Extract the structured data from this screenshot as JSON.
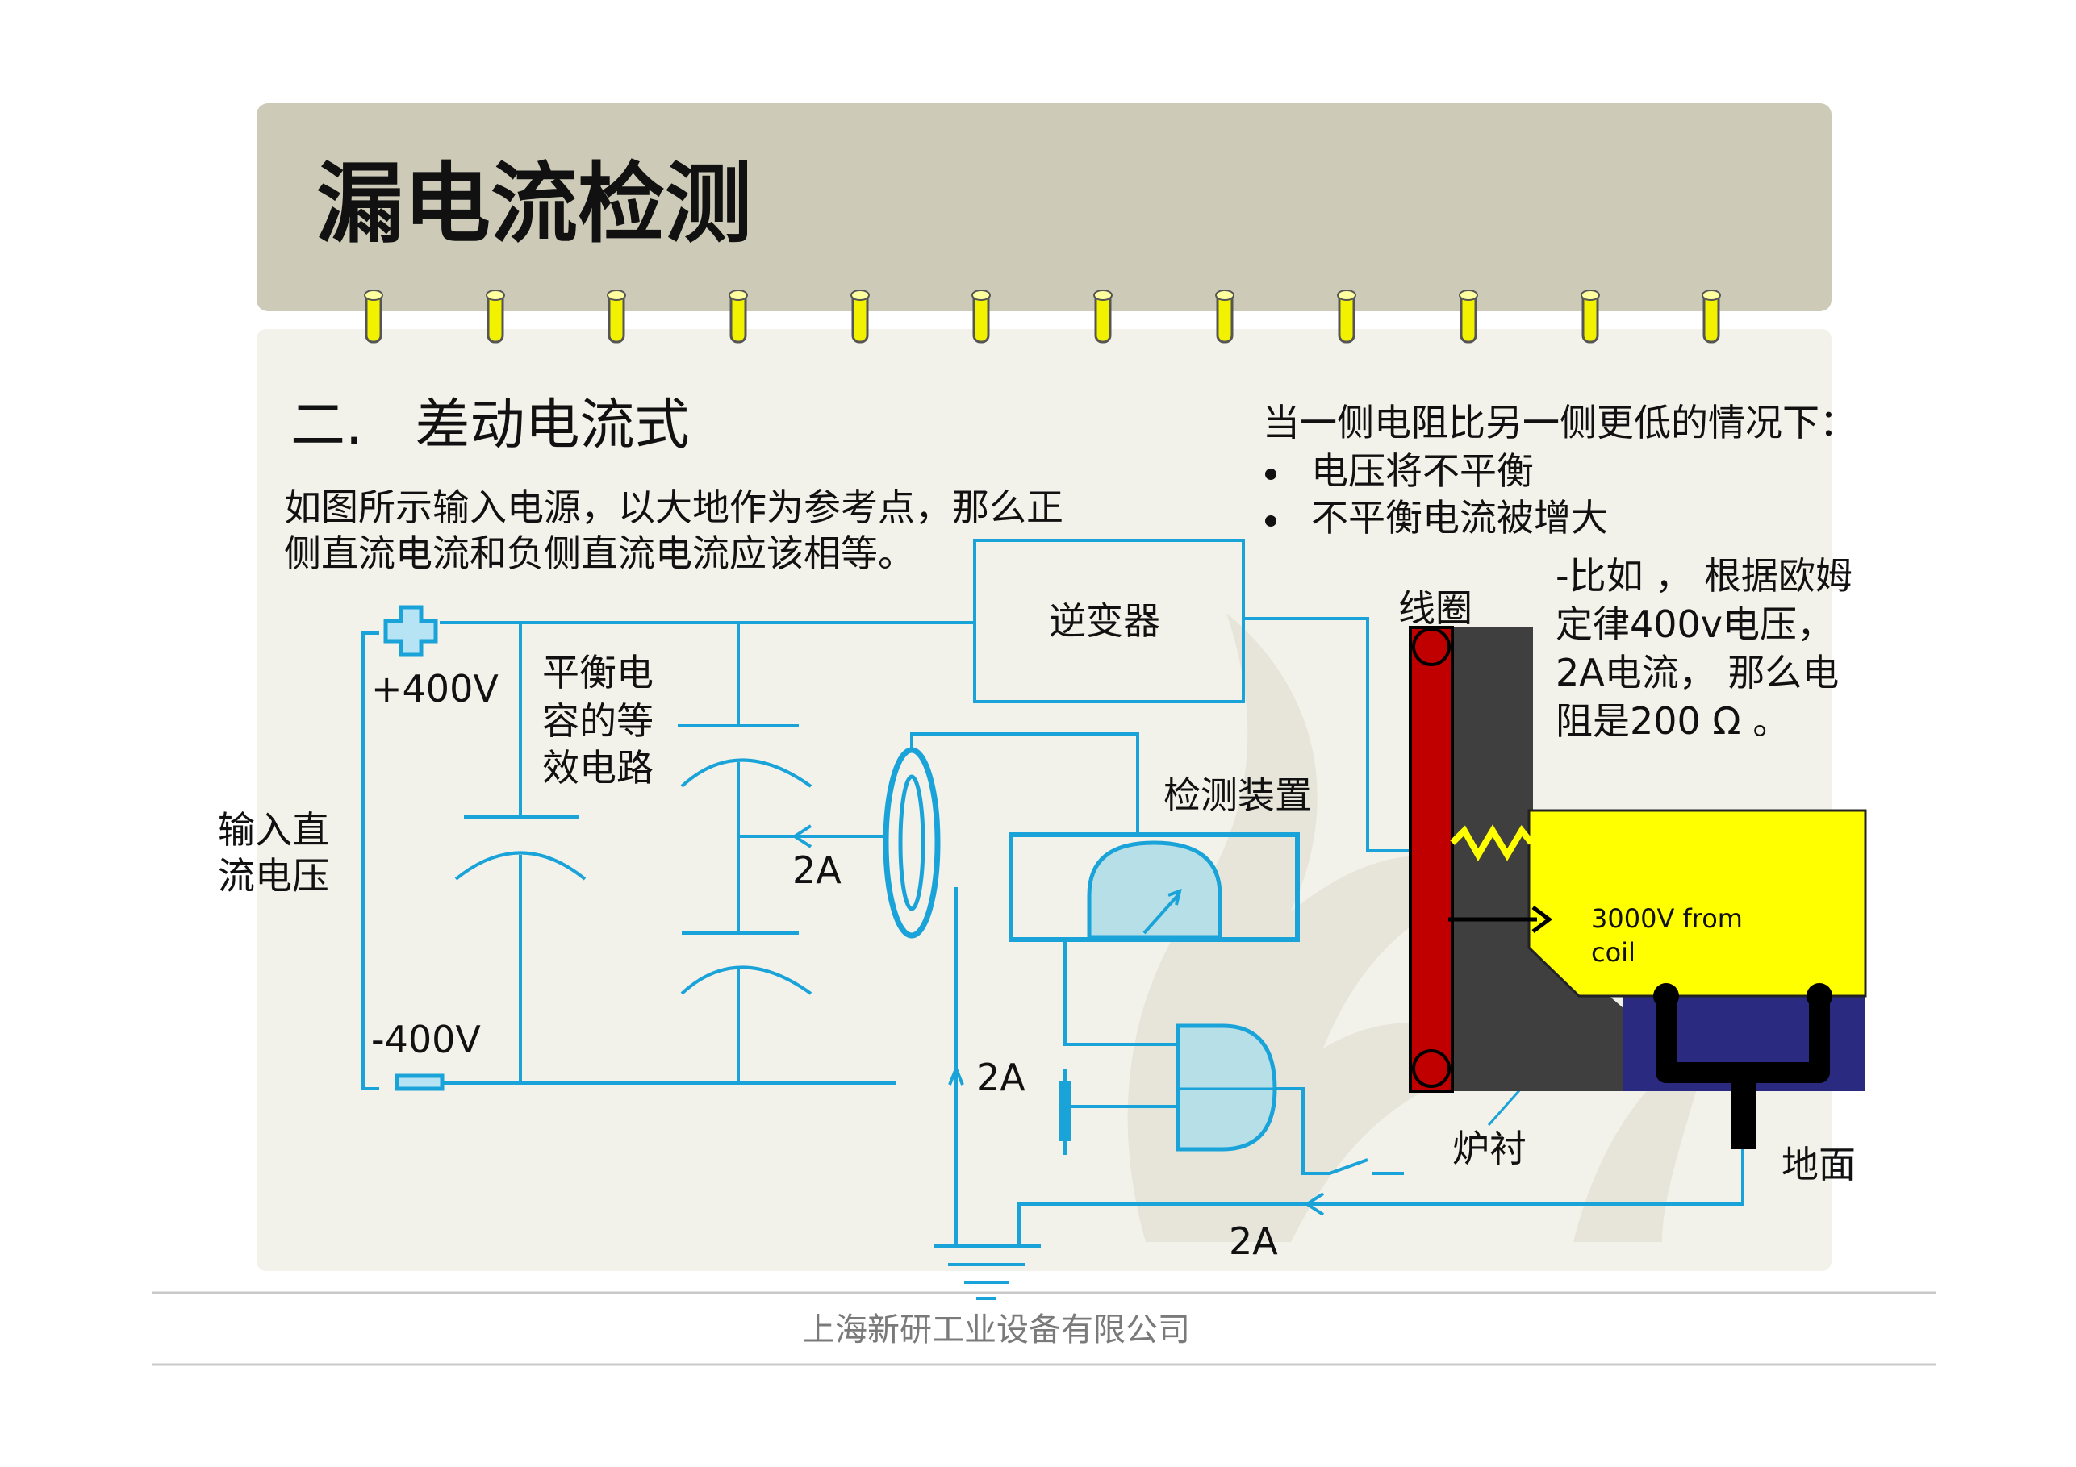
{
  "slide": {
    "title": "漏电流检测",
    "subtitle": "二.   差动电流式",
    "footer": "上海新研工业设备有限公司"
  },
  "intro": {
    "line1": "如图所示输入电源，以大地作为参考点，那么正",
    "line2": "侧直流电流和负侧直流电流应该相等。"
  },
  "right_notes": {
    "heading": "当一侧电阻比另一侧更低的情况下：",
    "bullets": [
      "电压将不平衡",
      "不平衡电流被增大"
    ],
    "example": [
      "-比如 ， 根据欧姆",
      "定律400v电压，",
      "2A电流， 那么电",
      "阻是200 Ω 。"
    ]
  },
  "circuit": {
    "input_label": [
      "输入直",
      "流电压"
    ],
    "plus_voltage": "+400V",
    "minus_voltage": "-400V",
    "cap_label": [
      "平衡电",
      "容的等",
      "效电路"
    ],
    "inverter": "逆变器",
    "detector": "检测装置",
    "current_a": "2A",
    "current_b": "2A",
    "current_c": "2A"
  },
  "furnace": {
    "coil_label": "线圈",
    "lining_label": "炉衬",
    "ground_label": "地面",
    "voltage_note": [
      "3000V from",
      "coil"
    ]
  },
  "colors": {
    "wire": "#1aa3d9",
    "header_bg": "#cdcbb8",
    "panel_bg": "#f3f2ea",
    "coil_red": "#c00000",
    "lining_gray": "#3f3f3f",
    "melt_yellow": "#ffff00",
    "base_navy": "#2a2a80",
    "ring_yellow": "#f2f200",
    "meter_fill": "#b7dfe8"
  }
}
